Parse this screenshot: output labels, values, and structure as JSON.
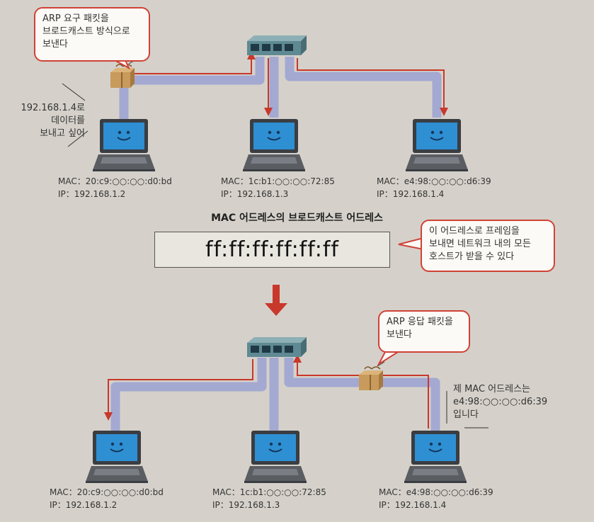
{
  "top": {
    "request_bubble": [
      "ARP 요구 패킷을",
      "브로드캐스트 방식으로",
      "보낸다"
    ],
    "sender_note": [
      "192.168.1.4로",
      "데이터를",
      "보내고 싶어"
    ],
    "hosts": [
      {
        "mac": "MAC：20:c9:○○:○○:d0:bd",
        "ip": "IP：192.168.1.2"
      },
      {
        "mac": "MAC：1c:b1:○○:○○:72:85",
        "ip": "IP：192.168.1.3"
      },
      {
        "mac": "MAC：e4:98:○○:○○:d6:39",
        "ip": "IP：192.168.1.4"
      }
    ]
  },
  "broadcast": {
    "title": "MAC 어드레스의 브로드캐스트 어드레스",
    "address": "ff:ff:ff:ff:ff:ff",
    "note": [
      "이 어드레스로 프레임을",
      "보내면 네트워크 내의 모든",
      "호스트가 받을 수 있다"
    ]
  },
  "bottom": {
    "reply_bubble": [
      "ARP 응답 패킷을",
      "보낸다"
    ],
    "responder_note": [
      "제 MAC 어드레스는",
      "e4:98:○○:○○:d6:39",
      "입니다"
    ],
    "hosts": [
      {
        "mac": "MAC：20:c9:○○:○○:d0:bd",
        "ip": "IP：192.168.1.2"
      },
      {
        "mac": "MAC：1c:b1:○○:○○:72:85",
        "ip": "IP：192.168.1.3"
      },
      {
        "mac": "MAC：e4:98:○○:○○:d6:39",
        "ip": "IP：192.168.1.4"
      }
    ]
  },
  "colors": {
    "cable": "#a4a9d2",
    "arrow": "#c8382b",
    "screen": "#2f8fd3",
    "switch": "#5f8a93",
    "packet": "#c89a5b",
    "bubble_border": "#d04236"
  }
}
